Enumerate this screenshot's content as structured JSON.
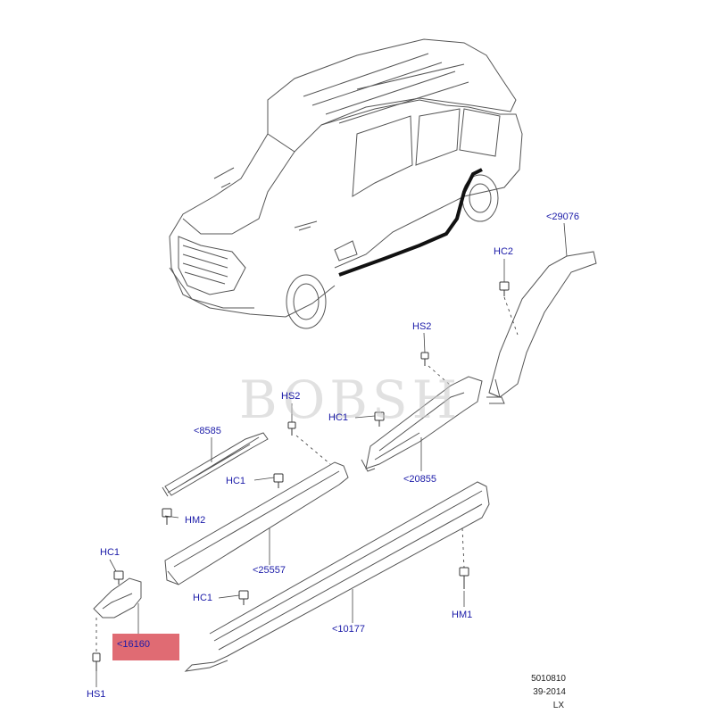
{
  "watermark": "BOBSH",
  "callouts": {
    "p29076": "<29076",
    "hc2": "HC2",
    "hs2_top": "HS2",
    "hs2_mid": "HS2",
    "hc1_mid": "HC1",
    "p8585": "<8585",
    "p20855": "<20855",
    "hc1_left": "HC1",
    "hm2": "HM2",
    "p25557": "<25557",
    "hc1_bottom_left": "HC1",
    "hc1_lower": "HC1",
    "p10177": "<10177",
    "hm1": "HM1",
    "p16160": "<16160",
    "hs1": "HS1"
  },
  "footer": {
    "line1": "5010810",
    "line2": "39-2014",
    "line3": "LX"
  },
  "colors": {
    "callout_text": "#1a1aa8",
    "highlight": "#e06b73",
    "line_art": "#444444",
    "trim_highlight": "#111111"
  }
}
